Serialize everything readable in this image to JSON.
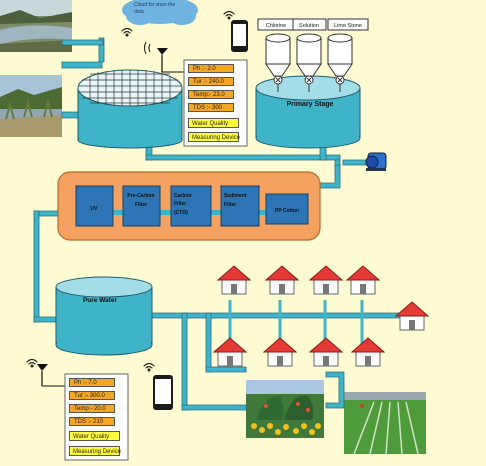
{
  "cloud": {
    "label": "Cloud for store the data"
  },
  "chemicals": {
    "chlorine": "Chlorine",
    "solution": "Solution",
    "limestone": "Lime Stone"
  },
  "primary_stage": {
    "label": "Primary Stage"
  },
  "filters": {
    "uv": "UV",
    "pre_carbon_line1": "Pre-Carbon",
    "pre_carbon_line2": "Filter",
    "carbon_line1": "Carbon",
    "carbon_line2": "Filter",
    "carbon_line3": "(CTO)",
    "sediment_line1": "Sediment",
    "sediment_line2": "Filter",
    "pp_cotton": "PP Cotton"
  },
  "pure_water": {
    "label": "Pure Water"
  },
  "top_sensor": {
    "ph": "Ph :- 2.0",
    "tur": "Tur :- 240.0",
    "temp": "Temp:- 23.0",
    "tds": "TDS :- 300",
    "water_quality": "Water Quality",
    "measuring_device": "Measuring Device"
  },
  "bottom_sensor": {
    "ph": "Ph :- 7.0",
    "tur": "Tur :- 300.0",
    "temp": "Temp:- 20.0",
    "tds": "TDS :- 210",
    "water_quality": "Water Quality",
    "measuring_device": "Measuring Device"
  },
  "colors": {
    "background": "#fffbd2",
    "tank": "#3fb4c8",
    "pipe": "#3fb4c8",
    "filter_panel": "#f4a261",
    "filter_box": "#2e75b6",
    "reading": "#f5a623",
    "highlight": "#ffff3a",
    "house_roof": "#e53935"
  },
  "icons": [
    "wifi-icon",
    "smartphone-icon",
    "cloud-icon",
    "antenna-icon",
    "house-icon",
    "pump-icon",
    "valve-icon"
  ]
}
